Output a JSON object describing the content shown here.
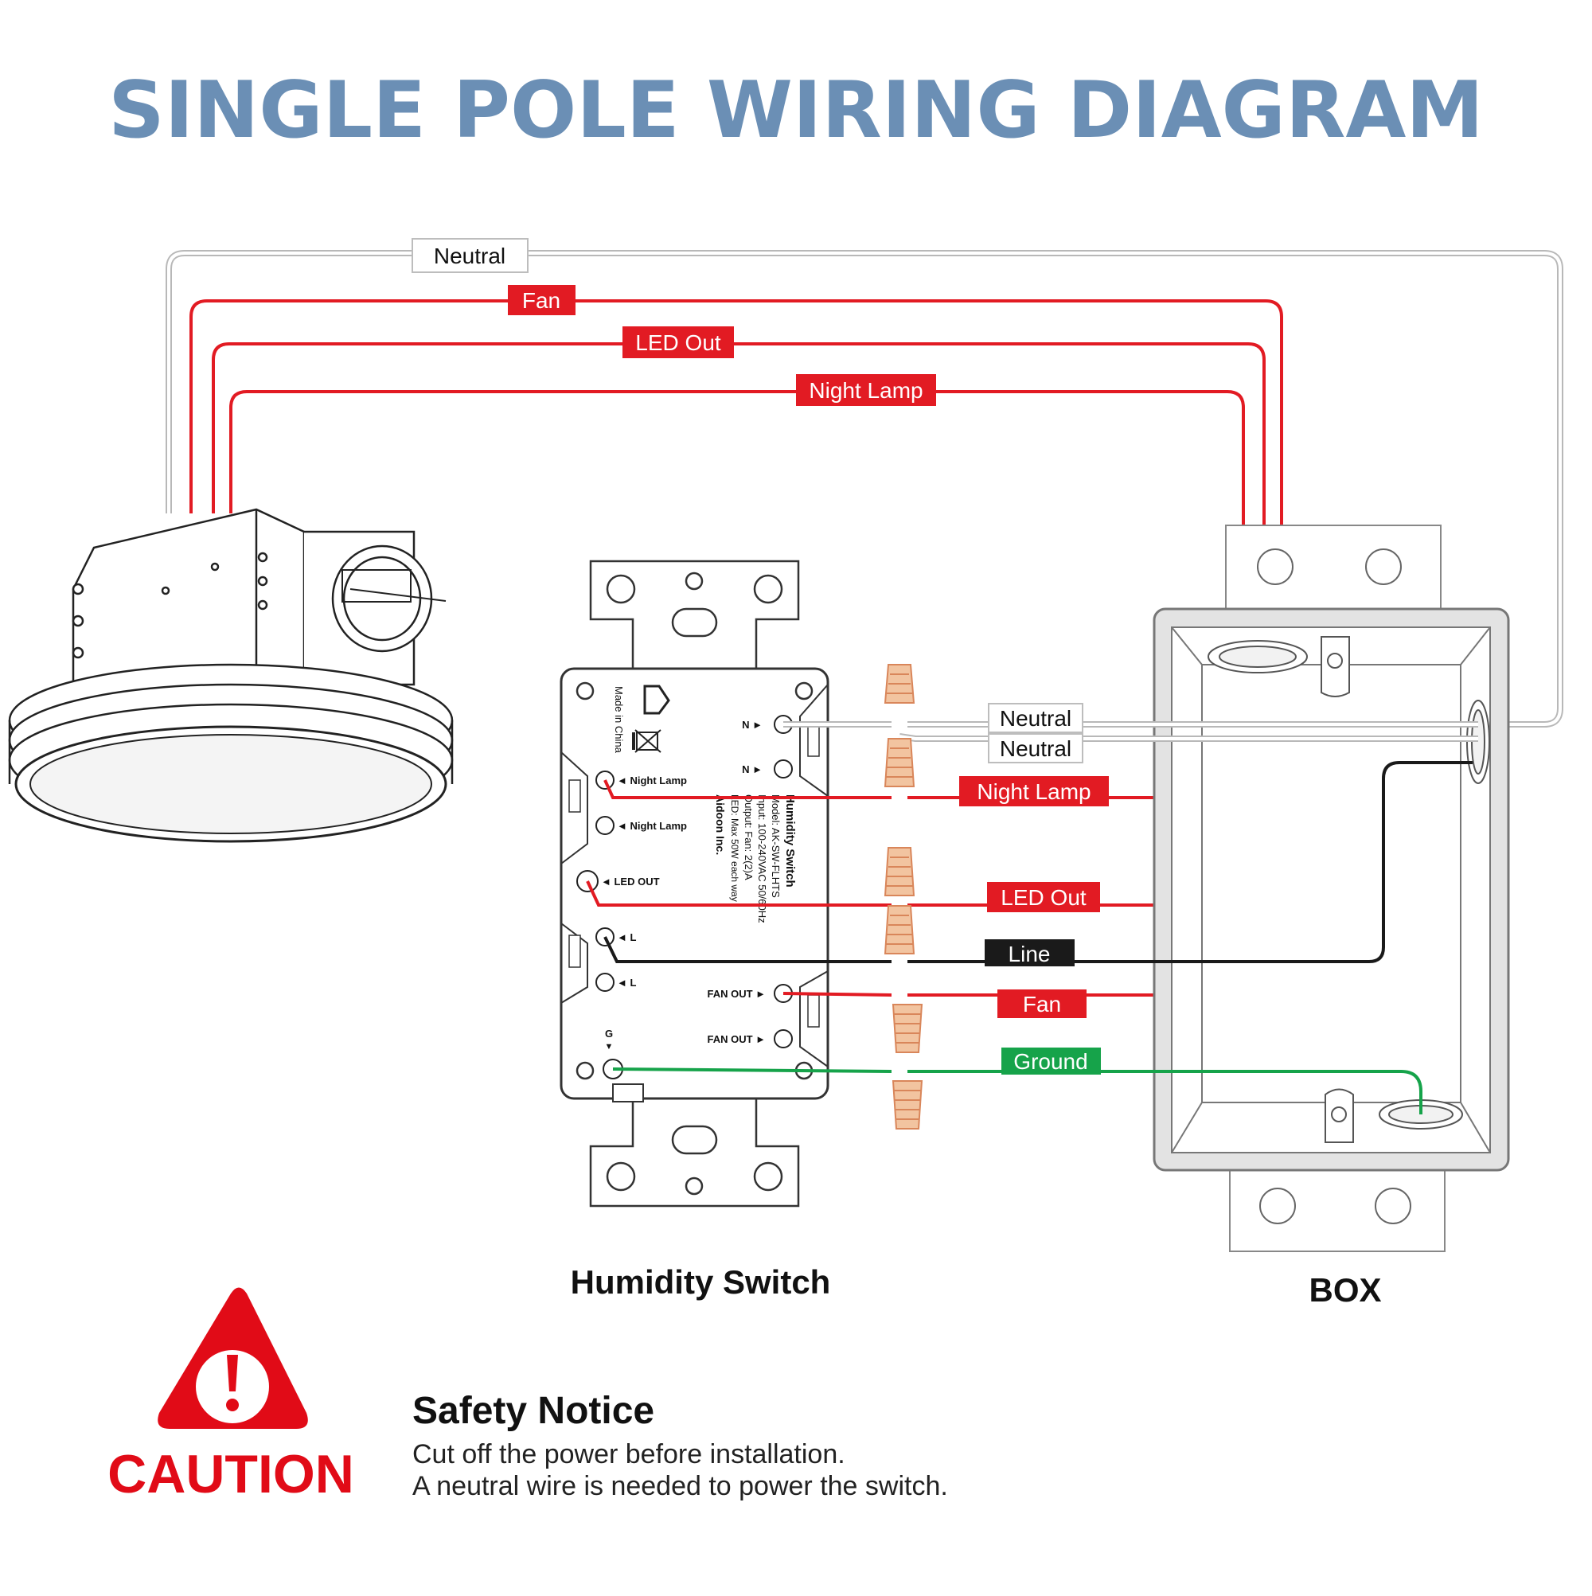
{
  "title": "SINGLE POLE WIRING DIAGRAM",
  "colors": {
    "title": "#6b8fb5",
    "hot_wire": "#e21b23",
    "line_wire": "#1a1a1a",
    "ground_wire": "#16a34a",
    "neutral_wire": "#bdbdbd",
    "wire_nut": "#e8a878",
    "caution": "#e10b17",
    "box_fill": "#e3e3e3"
  },
  "top_wire_labels": {
    "neutral": "Neutral",
    "fan": "Fan",
    "led_out": "LED Out",
    "night_lamp": "Night Lamp"
  },
  "box_wire_labels": {
    "neutral_1": "Neutral",
    "neutral_2": "Neutral",
    "night_lamp": "Night Lamp",
    "led_out": "LED Out",
    "line": "Line",
    "fan": "Fan",
    "ground": "Ground"
  },
  "switch": {
    "made_in": "Made in China",
    "terminals": {
      "n1": "N ►",
      "n2": "N ►",
      "night_lamp_1": "◄ Night Lamp",
      "night_lamp_2": "◄ Night Lamp",
      "led_out": "◄ LED OUT",
      "l1": "◄ L",
      "l2": "◄ L",
      "fan_out_1": "FAN OUT ►",
      "fan_out_2": "FAN OUT ►",
      "ground": "G"
    },
    "spec_lines": [
      "Humidity Switch",
      "Model: AK-SW-FLHTS",
      "Input: 100-240VAC  50/60Hz",
      "Output: Fan: 2(2)A",
      "LED: Max 50W each way",
      "Aidoon Inc."
    ]
  },
  "component_labels": {
    "switch": "Humidity Switch",
    "box": "BOX"
  },
  "caution": {
    "icon": "warning-triangle-icon",
    "label": "CAUTION",
    "notice_title": "Safety Notice",
    "notice_lines": [
      "Cut off the power before installation.",
      "A neutral wire is needed to power the switch."
    ]
  }
}
